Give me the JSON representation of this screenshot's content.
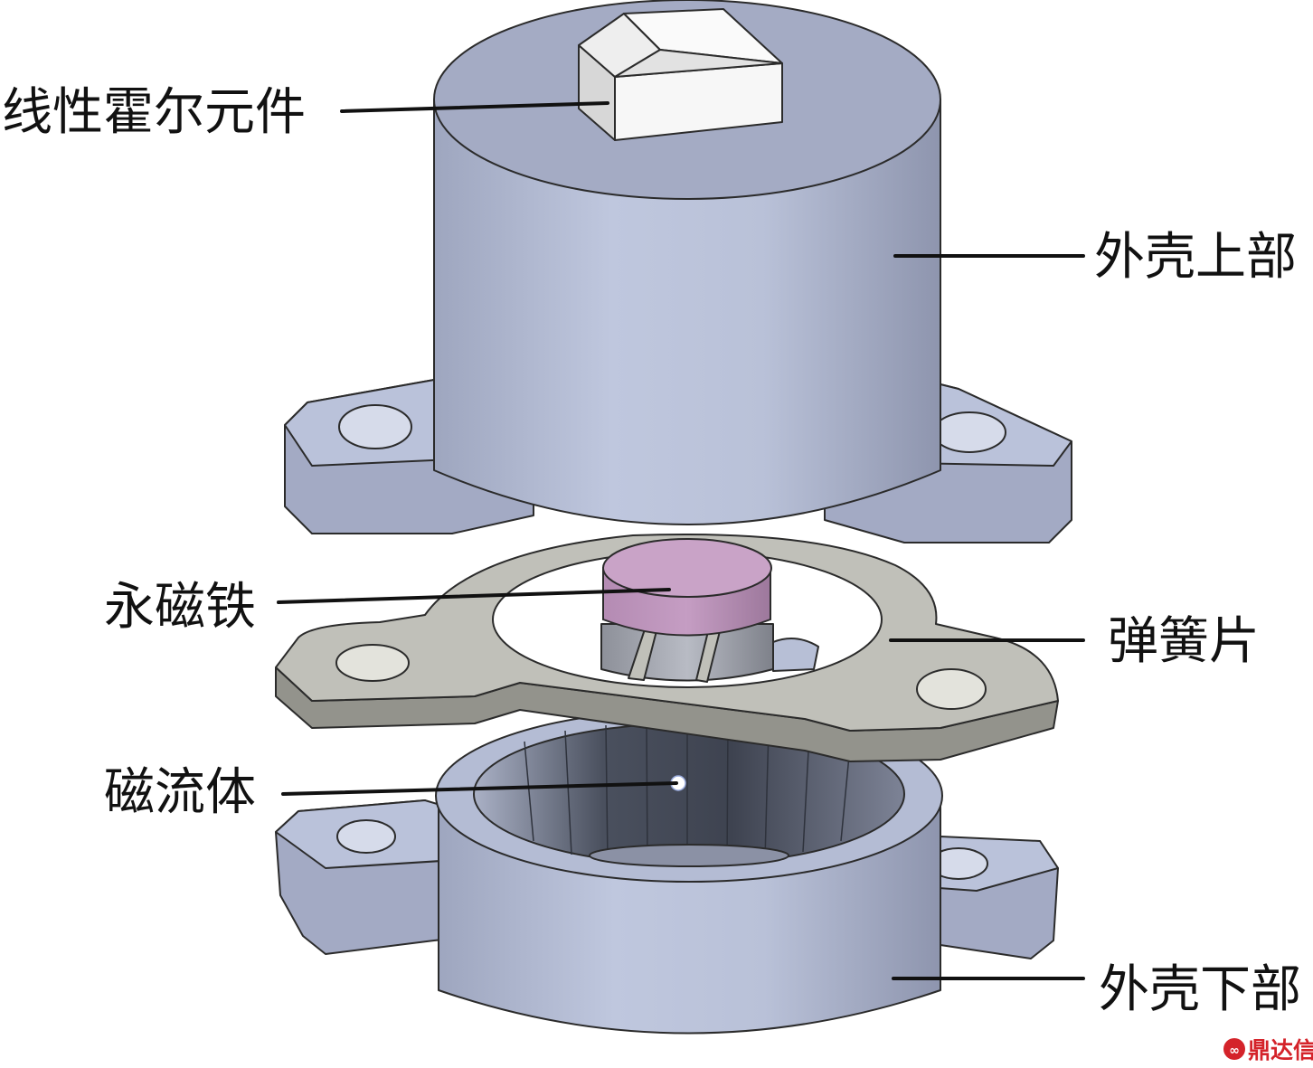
{
  "diagram": {
    "labels": {
      "hall_element": "线性霍尔元件",
      "upper_shell": "外壳上部",
      "permanent_magnet": "永磁铁",
      "spring_plate": "弹簧片",
      "magnetic_fluid": "磁流体",
      "lower_shell": "外壳下部"
    },
    "watermark": "鼎达信"
  },
  "colors": {
    "shell_light": "#bcc4dc",
    "shell_mid": "#a7aec7",
    "shell_dark": "#8b92ab",
    "spring": "#c0c0b9",
    "spring_dark": "#93938c",
    "magnet": "#b991b8",
    "magnet_top": "#c9a3c7",
    "hall_element": "#f4f4f4",
    "fluid_dark": "#474c5a",
    "outline": "#2b2b2b",
    "leader": "#111111",
    "watermark": "#d4232a"
  }
}
